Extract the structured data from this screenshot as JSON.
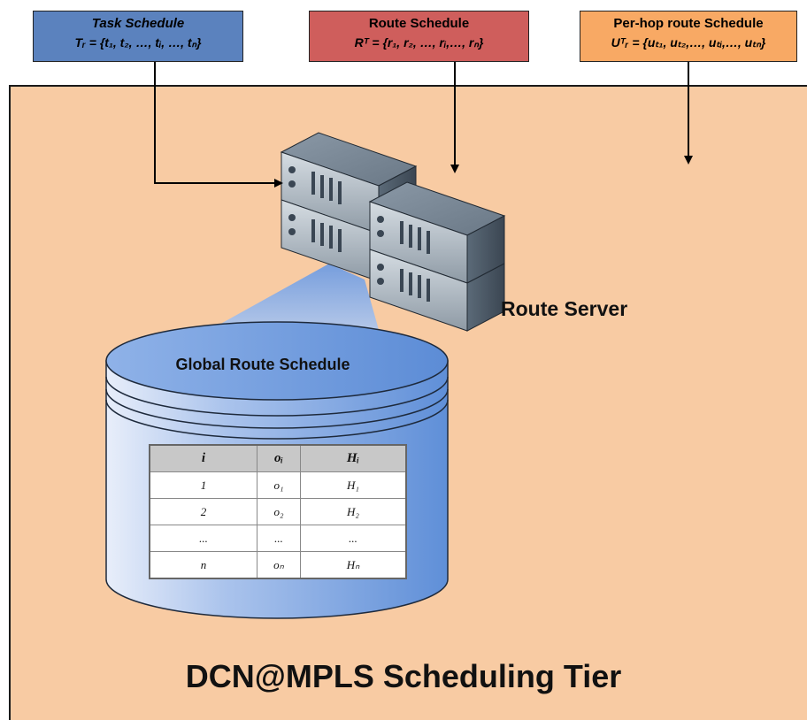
{
  "task_schedule": {
    "title": "Task Schedule",
    "formula": "Tᵣ = {t₁, t₂, …, tᵢ, …, tₙ}"
  },
  "route_schedule": {
    "title": "Route Schedule",
    "formula": "Rᵀ = {r₁, r₂, …, rᵢ,…, rₙ}"
  },
  "perhop_schedule": {
    "title": "Per-hop  route Schedule",
    "formula": "Uᵀᵣ = {uₜ₁, uₜ₂,…, uₜᵢ,…, uₜₙ}"
  },
  "route_server": {
    "label": "Route Server"
  },
  "global_route_schedule": {
    "title": "Global Route Schedule",
    "headers": [
      "i",
      "oᵢ",
      "Hᵢ"
    ],
    "rows": [
      [
        "1",
        "o₁",
        "H₁"
      ],
      [
        "2",
        "o₂",
        "H₂"
      ],
      [
        "...",
        "...",
        "..."
      ],
      [
        "n",
        "oₙ",
        "Hₙ"
      ]
    ]
  },
  "tier": {
    "title": "DCN@MPLS Scheduling Tier"
  },
  "colors": {
    "tier_fill": "#f8cba3",
    "task_box": "#5b82be",
    "route_box": "#cf5e5c",
    "perhop_box": "#f8a964",
    "database": "#6f9bdc"
  }
}
